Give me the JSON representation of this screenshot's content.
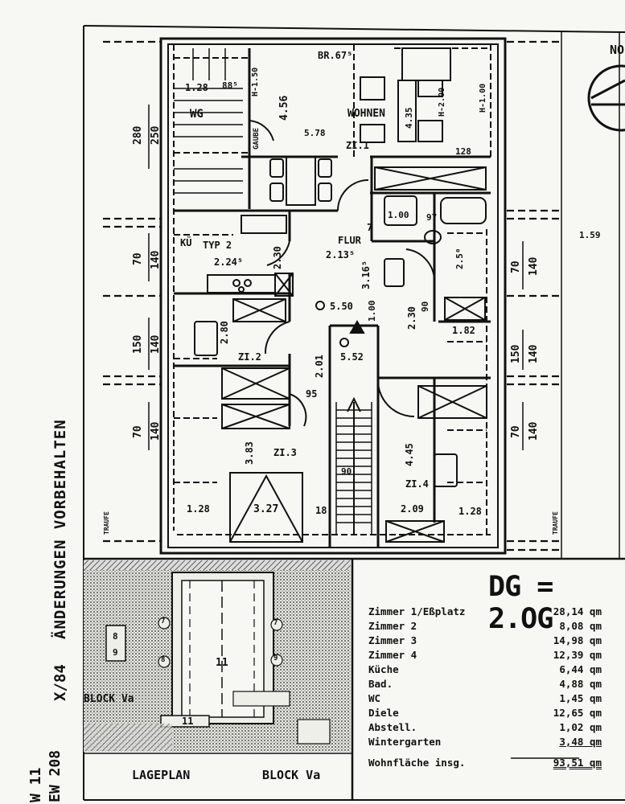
{
  "side": {
    "title": "ÄNDERUNGEN VORBEHALTEN",
    "code_x84": "X/84",
    "code_ew": "EW 208",
    "code_w": "W 11"
  },
  "corner_text": "NO",
  "plan_labels": {
    "br": "BR.67⁵",
    "wg": "WG",
    "wg_dim": "1.28",
    "wg_dim2": "88⁵",
    "h_left": "H-1.50",
    "h_mid": "H-2.00",
    "h_right": "H-1.00",
    "wohnen": "WOHNEN",
    "wohnen_dim": "4.35",
    "dim_456": "4.56",
    "dim_578": "5.78",
    "zi1": "ZI.1",
    "dim_128_top": "128",
    "kue": "KÜ",
    "typ": "TYP 2",
    "dim_2245": "2.24⁵",
    "dim_230a": "2.30",
    "flur": "FLUR",
    "flur_dim": "2.13⁵",
    "dim_3165": "3.16⁵",
    "dim_7": "7",
    "dim_100": "1.00",
    "dim_97": "97",
    "dim_250": "2.5⁰",
    "dim_550": "5.50",
    "dim_552": "5.52",
    "dim_100b": "1.00",
    "dim_230b": "2.30",
    "dim_90": "90",
    "dim_182": "1.82",
    "dim_280": "2.80",
    "zi2": "ZI.2",
    "dim_201": "2.01",
    "dim_95": "95",
    "dim_383": "3.83",
    "zi3": "ZI.3",
    "dim_445": "4.45",
    "zi4": "ZI.4",
    "dim_90st": "90",
    "dim_128a": "1.28",
    "dim_327": "3.27",
    "dim_18": "18",
    "dim_209": "2.09",
    "dim_128b": "1.28",
    "dim_159": "1.59",
    "traufe_l": "TRAUFE",
    "traufe_r": "TRAUFE",
    "gaube": "GAUBE"
  },
  "margin_dims": {
    "left": [
      "280",
      "250",
      "70",
      "140",
      "150",
      "140",
      "70",
      "140"
    ],
    "right": [
      "70",
      "140",
      "150",
      "140",
      "70",
      "140"
    ]
  },
  "inset": {
    "block": "BLOCK Va",
    "num_center": "11",
    "num_bottom": "11",
    "num_left_top": "8",
    "num_left_bot": "9",
    "num_c1": "7",
    "num_c2": "8",
    "num_c3": "7",
    "num_c4": "9"
  },
  "bottom": {
    "lageplan": "LAGEPLAN",
    "block": "BLOCK Va"
  },
  "summary": {
    "title": "DG = 2.OG",
    "rows": [
      {
        "name": "Zimmer 1/Eßplatz",
        "value": "28,14 qm"
      },
      {
        "name": "Zimmer 2",
        "value": "8,08 qm"
      },
      {
        "name": "Zimmer 3",
        "value": "14,98 qm"
      },
      {
        "name": "Zimmer 4",
        "value": "12,39 qm"
      },
      {
        "name": "Küche",
        "value": "6,44 qm"
      },
      {
        "name": "Bad.",
        "value": "4,88 qm"
      },
      {
        "name": "WC",
        "value": "1,45 qm"
      },
      {
        "name": "Diele",
        "value": "12,65 qm"
      },
      {
        "name": "Abstell.",
        "value": "1,02 qm"
      },
      {
        "name": "Wintergarten",
        "value": "3,48 qm"
      }
    ],
    "total_name": "Wohnfläche insg.",
    "total_value": "93,51 qm"
  }
}
